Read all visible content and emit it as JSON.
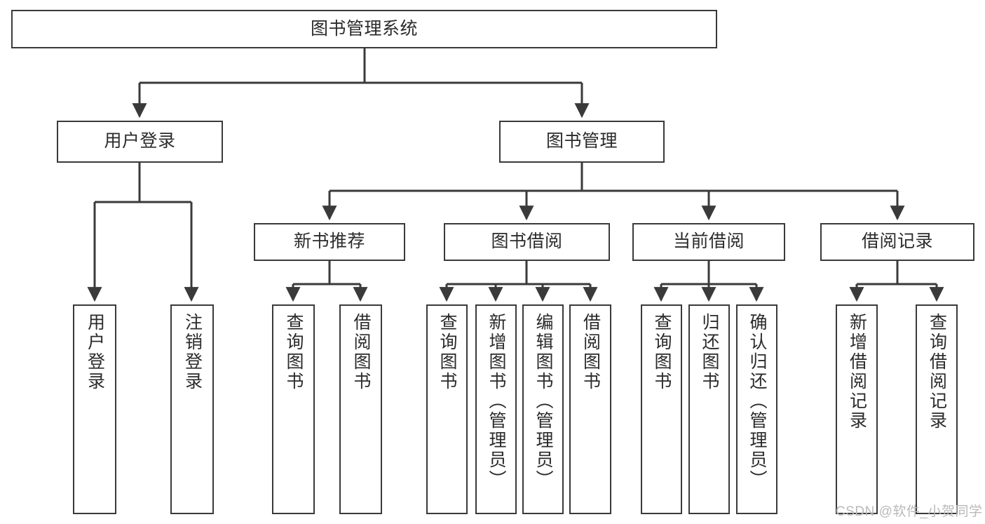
{
  "diagram": {
    "type": "tree",
    "title": "图书管理系统",
    "root": {
      "id": "root",
      "label": "图书管理系统"
    },
    "level2": [
      {
        "id": "user-login",
        "label": "用户登录"
      },
      {
        "id": "book-manage",
        "label": "图书管理"
      }
    ],
    "level3": [
      {
        "id": "new-book-recommend",
        "label": "新书推荐"
      },
      {
        "id": "book-borrow",
        "label": "图书借阅"
      },
      {
        "id": "current-borrow",
        "label": "当前借阅"
      },
      {
        "id": "borrow-record",
        "label": "借阅记录"
      }
    ],
    "leaves": [
      {
        "id": "leaf-user-login",
        "label": "用户登录",
        "parent": "user-login"
      },
      {
        "id": "leaf-logout-login",
        "label": "注销登录",
        "parent": "user-login"
      },
      {
        "id": "leaf-query-book-1",
        "label": "查询图书",
        "parent": "new-book-recommend"
      },
      {
        "id": "leaf-borrow-book-1",
        "label": "借阅图书",
        "parent": "new-book-recommend"
      },
      {
        "id": "leaf-query-book-2",
        "label": "查询图书",
        "parent": "book-borrow"
      },
      {
        "id": "leaf-add-book",
        "label": "新增图书（管理员）",
        "parent": "book-borrow"
      },
      {
        "id": "leaf-edit-book",
        "label": "编辑图书（管理员）",
        "parent": "book-borrow"
      },
      {
        "id": "leaf-borrow-book-2",
        "label": "借阅图书",
        "parent": "book-borrow"
      },
      {
        "id": "leaf-query-book-3",
        "label": "查询图书",
        "parent": "current-borrow"
      },
      {
        "id": "leaf-return-book",
        "label": "归还图书",
        "parent": "current-borrow"
      },
      {
        "id": "leaf-confirm-return",
        "label": "确认归还（管理员）",
        "parent": "current-borrow"
      },
      {
        "id": "leaf-add-record",
        "label": "新增借阅记录",
        "parent": "borrow-record"
      },
      {
        "id": "leaf-query-record",
        "label": "查询借阅记录",
        "parent": "borrow-record"
      }
    ],
    "colors": {
      "stroke": "#3a3a3a",
      "text": "#2b2b2b",
      "background": "#ffffff",
      "watermark": "#b9b9b9"
    }
  },
  "watermark": {
    "text": "CSDN @软件_小贺同学"
  }
}
